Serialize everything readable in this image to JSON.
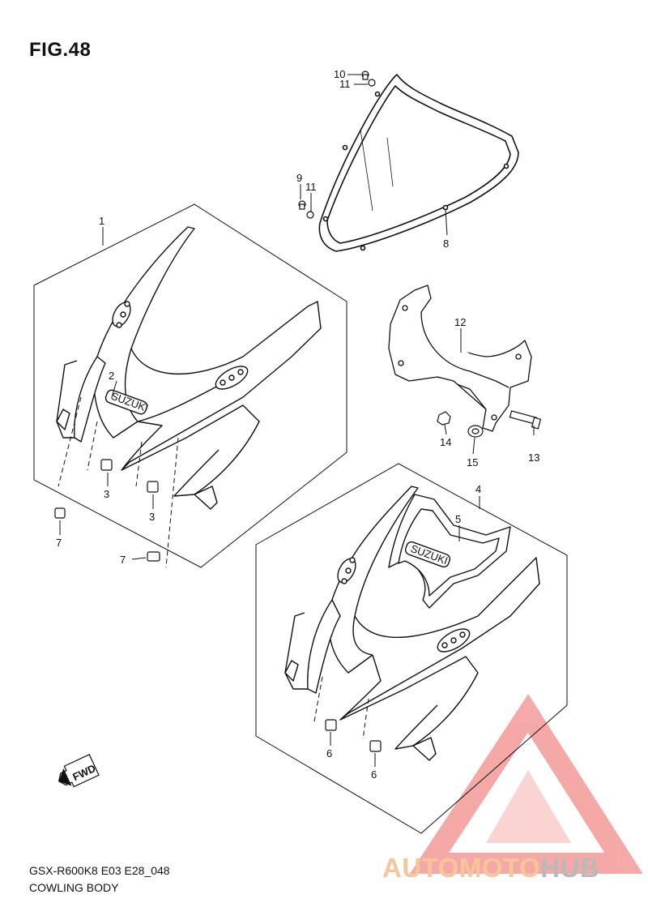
{
  "figure_title": "FIG.48",
  "model_code": "GSX-R600K8 E03 E28_048",
  "section_name": "COWLING BODY",
  "emblem_text": "SUZUKI",
  "fwd_label": "FWD",
  "watermark": {
    "part_a": "AUTOMOTO",
    "part_b": "HUB"
  },
  "callouts": {
    "c1": "1",
    "c2": "2",
    "c3a": "3",
    "c3b": "3",
    "c4": "4",
    "c5": "5",
    "c6a": "6",
    "c6b": "6",
    "c7a": "7",
    "c7b": "7",
    "c8": "8",
    "c9": "9",
    "c10": "10",
    "c11a": "11",
    "c11b": "11",
    "c12": "12",
    "c13": "13",
    "c14": "14",
    "c15": "15"
  },
  "colors": {
    "line": "#111111",
    "watermark_red": "#f28d8a",
    "watermark_orange": "#f6c59a",
    "watermark_gray": "#b9b9b9"
  }
}
